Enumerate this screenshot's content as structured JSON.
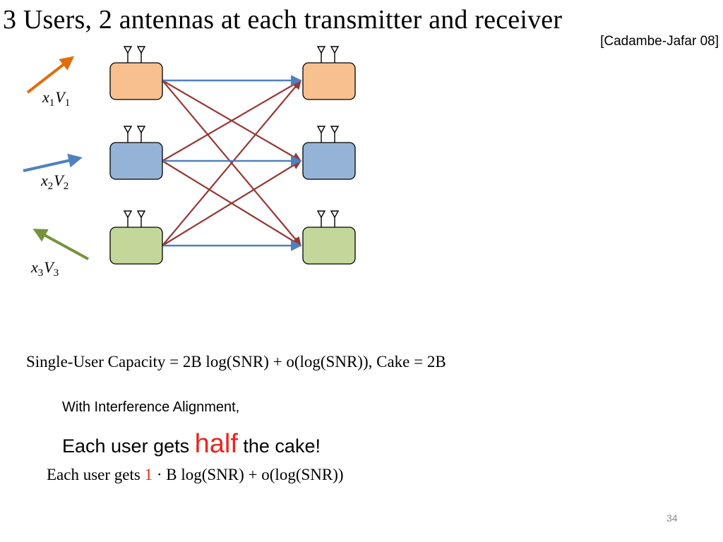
{
  "slide": {
    "title": "3 Users, 2 antennas at each transmitter and receiver",
    "citation": "[Cadambe-Jafar 08]",
    "page_number": "34"
  },
  "diagram": {
    "users": [
      {
        "id": 1,
        "label_var": "x",
        "label_sub1": "1",
        "label_mat": "V",
        "label_sub2": "1",
        "color": "#f8c08e",
        "arrow_color": "#e36c0a",
        "arrow_direction": "up-right"
      },
      {
        "id": 2,
        "label_var": "x",
        "label_sub1": "2",
        "label_mat": "V",
        "label_sub2": "2",
        "color": "#95b3d7",
        "arrow_color": "#4f81bd",
        "arrow_direction": "right"
      },
      {
        "id": 3,
        "label_var": "x",
        "label_sub1": "3",
        "label_mat": "V",
        "label_sub2": "3",
        "color": "#c4d79b",
        "arrow_color": "#76923c",
        "arrow_direction": "up-left"
      }
    ],
    "antennas_per_node": 2,
    "desired_link_color": "#4f81bd",
    "interference_link_color": "#953735"
  },
  "text": {
    "eq1": "Single-User Capacity = 2B log(SNR) + o(log(SNR)), Cake = 2B",
    "line1": "With Interference Alignment,",
    "line2_pre": "Each user gets ",
    "line2_half": "half",
    "line2_post": " the cake!",
    "eq2_pre": "Each user gets ",
    "eq2_one": "1",
    "eq2_post": " · B log(SNR) + o(log(SNR))"
  }
}
